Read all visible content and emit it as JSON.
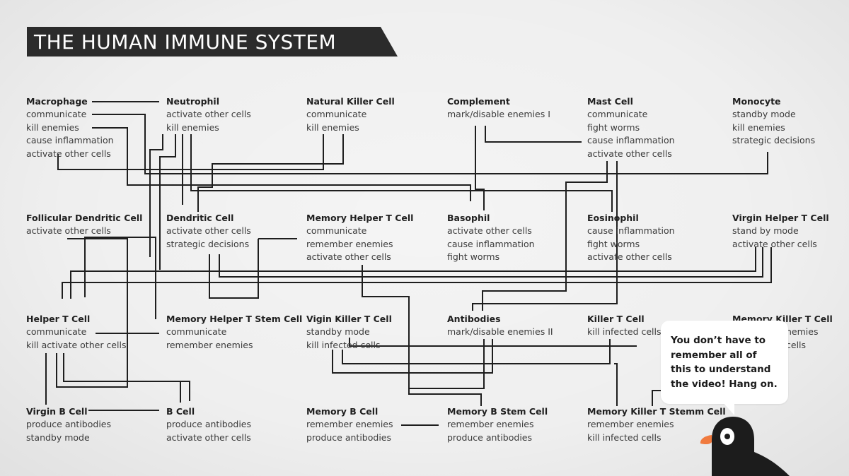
{
  "title": "THE HUMAN IMMUNE SYSTEM",
  "colors": {
    "banner": "#2b2b2b",
    "line": "#1e1e1e",
    "background": "#efefef",
    "bubble": "#ffffff",
    "beak": "#f07a3e"
  },
  "nodes": {
    "macrophage": {
      "name": "Macrophage",
      "functions": [
        "communicate",
        "kill enemies",
        "cause inflammation",
        "activate other cells"
      ]
    },
    "neutrophil": {
      "name": "Neutrophil",
      "functions": [
        "activate other cells",
        "kill enemies"
      ]
    },
    "nk_cell": {
      "name": "Natural Killer Cell",
      "functions": [
        "communicate",
        "kill enemies"
      ]
    },
    "complement": {
      "name": "Complement",
      "functions": [
        "mark/disable enemies I"
      ]
    },
    "mast_cell": {
      "name": "Mast Cell",
      "functions": [
        "communicate",
        "fight worms",
        "cause inflammation",
        "activate other cells"
      ]
    },
    "monocyte": {
      "name": "Monocyte",
      "functions": [
        "standby mode",
        "kill enemies",
        "strategic decisions"
      ]
    },
    "follicular_dc": {
      "name": "Follicular Dendritic Cell",
      "functions": [
        "activate other cells"
      ]
    },
    "dendritic_cell": {
      "name": "Dendritic Cell",
      "functions": [
        "activate other cells",
        "strategic decisions"
      ]
    },
    "memory_helper_t": {
      "name": "Memory Helper T Cell",
      "functions": [
        "communicate",
        "remember enemies",
        "activate other cells"
      ]
    },
    "basophil": {
      "name": "Basophil",
      "functions": [
        "activate other cells",
        "cause inflammation",
        "fight worms"
      ]
    },
    "eosinophil": {
      "name": "Eosinophil",
      "functions": [
        "cause inflammation",
        "fight worms",
        "activate other cells"
      ]
    },
    "virgin_helper_t": {
      "name": "Virgin Helper T Cell",
      "functions": [
        "stand by mode",
        "activate other cells"
      ]
    },
    "helper_t": {
      "name": "Helper T Cell",
      "functions": [
        "communicate",
        "kill activate other cells"
      ]
    },
    "memory_helper_t_stem": {
      "name": "Memory Helper T Stem Cell",
      "functions": [
        "communicate",
        "remember enemies"
      ]
    },
    "vigin_killer_t": {
      "name": "Vigin Killer T Cell",
      "functions": [
        "standby mode",
        "kill infected cells"
      ]
    },
    "antibodies": {
      "name": "Antibodies",
      "functions": [
        "mark/disable enemies II"
      ]
    },
    "killer_t": {
      "name": "Killer T Cell",
      "functions": [
        "kill infected cells"
      ]
    },
    "memory_killer_t": {
      "name": "Memory Killer T Cell",
      "functions": [
        "nemies",
        "cells"
      ]
    },
    "virgin_b": {
      "name": "Virgin B Cell",
      "functions": [
        "produce antibodies",
        "standby mode"
      ]
    },
    "b_cell": {
      "name": "B Cell",
      "functions": [
        "produce antibodies",
        "activate other cells"
      ]
    },
    "memory_b": {
      "name": "Memory B Cell",
      "functions": [
        "remember enemies",
        "produce antibodies"
      ]
    },
    "memory_b_stem": {
      "name": "Memory B Stem Cell",
      "functions": [
        "remember enemies",
        "produce antibodies"
      ]
    },
    "memory_killer_t_stem": {
      "name": "Memory Killer T Stemm Cell",
      "functions": [
        "remember enemies",
        "kill infected cells"
      ]
    }
  },
  "bubble": {
    "text": "You don’t have to\nremember all of\nthis to understand\nthe video! Hang on."
  }
}
